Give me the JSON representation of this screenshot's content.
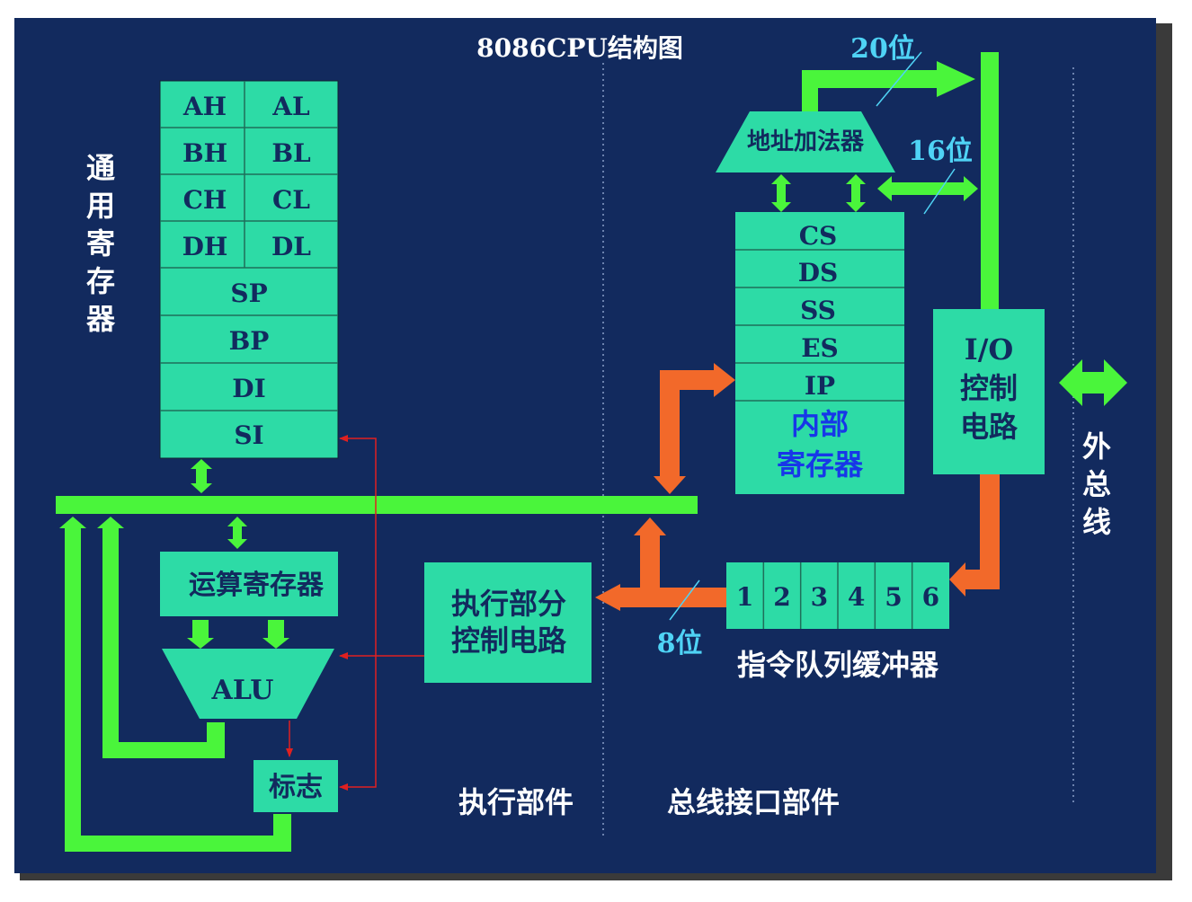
{
  "title": "8086CPU结构图",
  "colors": {
    "background": "#122A5E",
    "box": "#2DDBA6",
    "bus_green": "#4AF53B",
    "bus_orange": "#F2692A",
    "red_line": "#E02020",
    "cyan_text": "#4FD3F5",
    "blue_text": "#1737E8",
    "white_text": "#FFFFFF"
  },
  "general_registers": {
    "label": "通用寄存器",
    "pairs": [
      [
        "AH",
        "AL"
      ],
      [
        "BH",
        "BL"
      ],
      [
        "CH",
        "CL"
      ],
      [
        "DH",
        "DL"
      ]
    ],
    "singles": [
      "SP",
      "BP",
      "DI",
      "SI"
    ]
  },
  "segment_registers": {
    "items": [
      "CS",
      "DS",
      "SS",
      "ES",
      "IP"
    ],
    "internal_label_line1": "内部",
    "internal_label_line2": "寄存器"
  },
  "address_adder": "地址加法器",
  "bus_width_labels": {
    "addr20": "20位",
    "addr16": "16位",
    "queue8": "8位"
  },
  "io_control": [
    "I/O",
    "控制",
    "电路"
  ],
  "external_bus": [
    "外",
    "总",
    "线"
  ],
  "instruction_queue": {
    "slots": [
      "1",
      "2",
      "3",
      "4",
      "5",
      "6"
    ],
    "label": "指令队列缓冲器"
  },
  "operand_register": "运算寄存器",
  "alu": "ALU",
  "flags": "标志",
  "eu_control": [
    "执行部分",
    "控制电路"
  ],
  "section_labels": {
    "eu": "执行部件",
    "biu": "总线接口部件"
  }
}
